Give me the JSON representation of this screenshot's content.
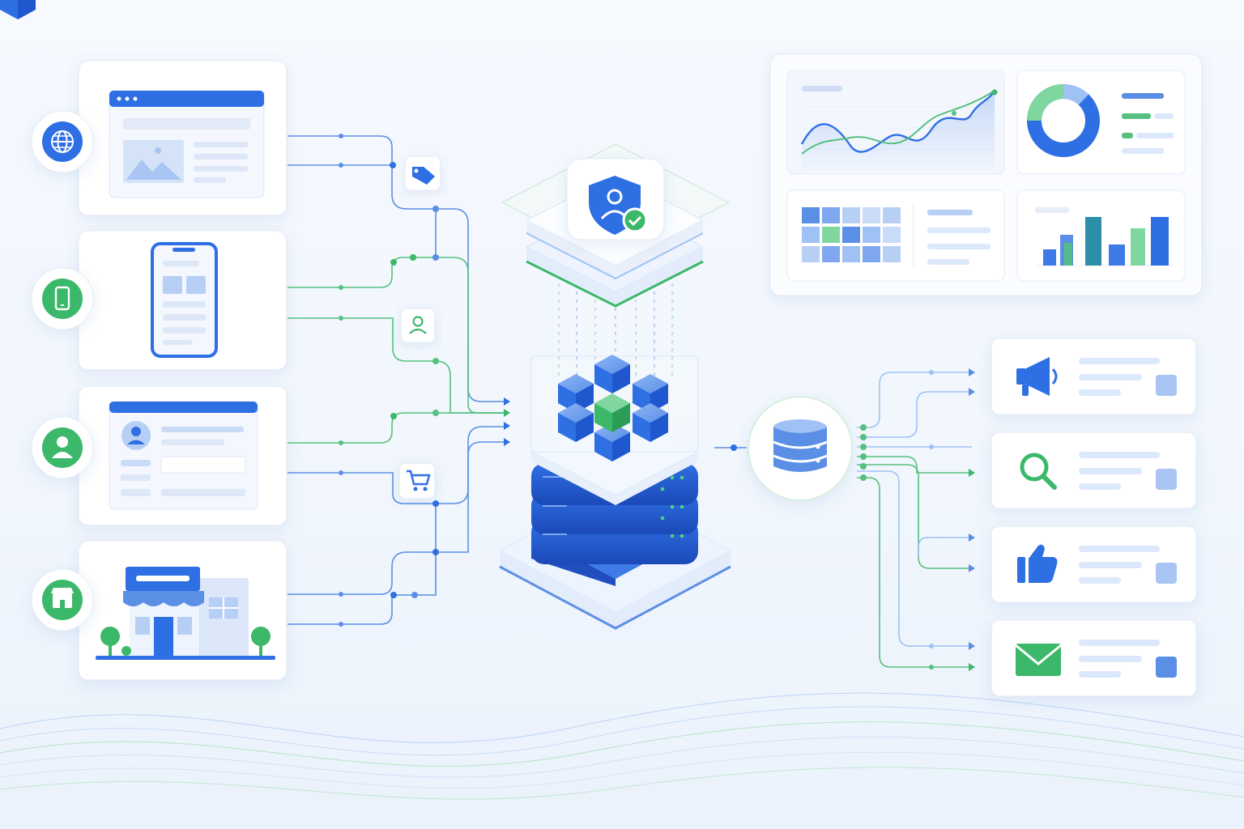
{
  "colors": {
    "blue": "#2f6fe4",
    "blue_light": "#9fc1f4",
    "blue_pale": "#dce8fb",
    "green": "#3cb86a",
    "green_light": "#a5dfbb",
    "line_blue": "#5b8fe6",
    "line_green": "#55c07f",
    "card_border": "#e2e9f5",
    "skeleton": "#e6edf8"
  },
  "sources": [
    {
      "id": "web",
      "icon": "globe-icon",
      "badge_color": "#2f6fe4",
      "preview": "browser-window"
    },
    {
      "id": "mobile",
      "icon": "smartphone-icon",
      "badge_color": "#3cb86a",
      "preview": "phone-screen"
    },
    {
      "id": "profile",
      "icon": "user-icon",
      "badge_color": "#3cb86a",
      "preview": "profile-form"
    },
    {
      "id": "store",
      "icon": "storefront-icon",
      "badge_color": "#3cb86a",
      "preview": "shop-building"
    }
  ],
  "connectors": [
    "tag-icon",
    "user-check-icon",
    "shopping-cart-icon"
  ],
  "core": [
    "security-shield-icon",
    "data-cubes-icon",
    "server-stack-icon"
  ],
  "hub": {
    "icon": "database-icon"
  },
  "outputs": [
    {
      "id": "marketing",
      "icon": "megaphone-icon",
      "color": "#2f6fe4"
    },
    {
      "id": "search",
      "icon": "magnifier-icon",
      "color": "#3cb86a"
    },
    {
      "id": "social",
      "icon": "thumbs-up-icon",
      "color": "#2f6fe4"
    },
    {
      "id": "email",
      "icon": "envelope-icon",
      "color": "#3cb86a"
    }
  ],
  "dashboard": {
    "widgets": [
      "line-chart-widget",
      "donut-chart-widget",
      "heatmap-grid-widget",
      "bar-chart-widget"
    ]
  }
}
